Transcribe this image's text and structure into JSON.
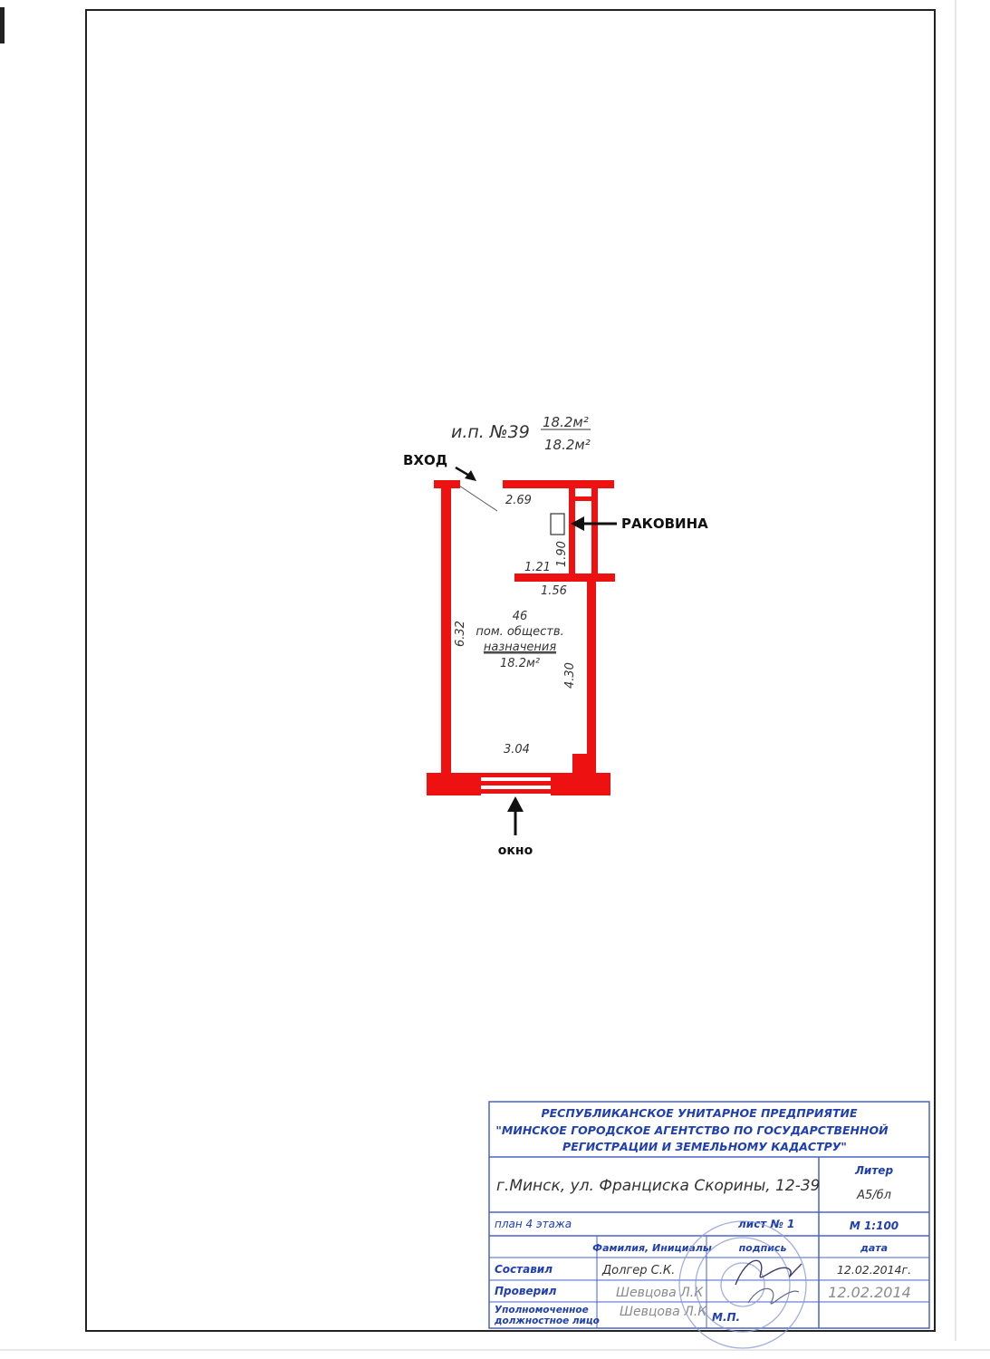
{
  "plan": {
    "unit_number": "и.п. №39",
    "area_top": "18.2м²",
    "area_bottom": "18.2м²",
    "room_number": "46",
    "room_purpose_line1": "пом. обществ.",
    "room_purpose_line2": "назначения",
    "room_area": "18.2м²",
    "dimensions": {
      "d_269": "2.69",
      "d_190": "1.90",
      "d_121": "1.21",
      "d_156": "1.56",
      "d_632": "6.32",
      "d_430": "4.30",
      "d_304": "3.04"
    },
    "annotations": {
      "entrance": "ВХОД",
      "sink": "РАКОВИНА",
      "window": "окно"
    }
  },
  "stamp": {
    "org_line1": "РЕСПУБЛИКАНСКОЕ УНИТАРНОЕ ПРЕДПРИЯТИЕ",
    "org_line2": "\"МИНСКОЕ ГОРОДСКОЕ АГЕНТСТВО ПО ГОСУДАРСТВЕННОЙ",
    "org_line3": "РЕГИСТРАЦИИ И ЗЕМЕЛЬНОМУ КАДАСТРУ\"",
    "address": "г.Минск, ул. Франциска Скорины, 12-39",
    "liter_label": "Литер",
    "liter_value": "А5/бл",
    "plan_label": "план  4 этажа",
    "sheet_label": "лист  № 1",
    "scale": "М 1:100",
    "col_names": "Фамилия, Инициалы",
    "col_signature": "подпись",
    "col_date": "дата",
    "row1_role": "Составил",
    "row1_name": "Долгер С.К.",
    "row1_date": "12.02.2014г.",
    "row2_role": "Проверил",
    "row2_name": "Шевцова Л.К",
    "row2_date": "12.02.2014",
    "row3_role_line1": "Уполномоченное",
    "row3_role_line2": "должностное лицо",
    "row3_name": "Шевцова Л.К",
    "seal_mark": "М.П."
  },
  "colors": {
    "wall": "#ee1111",
    "stamp_ink": "#1f3fb0",
    "frame": "#222222"
  }
}
